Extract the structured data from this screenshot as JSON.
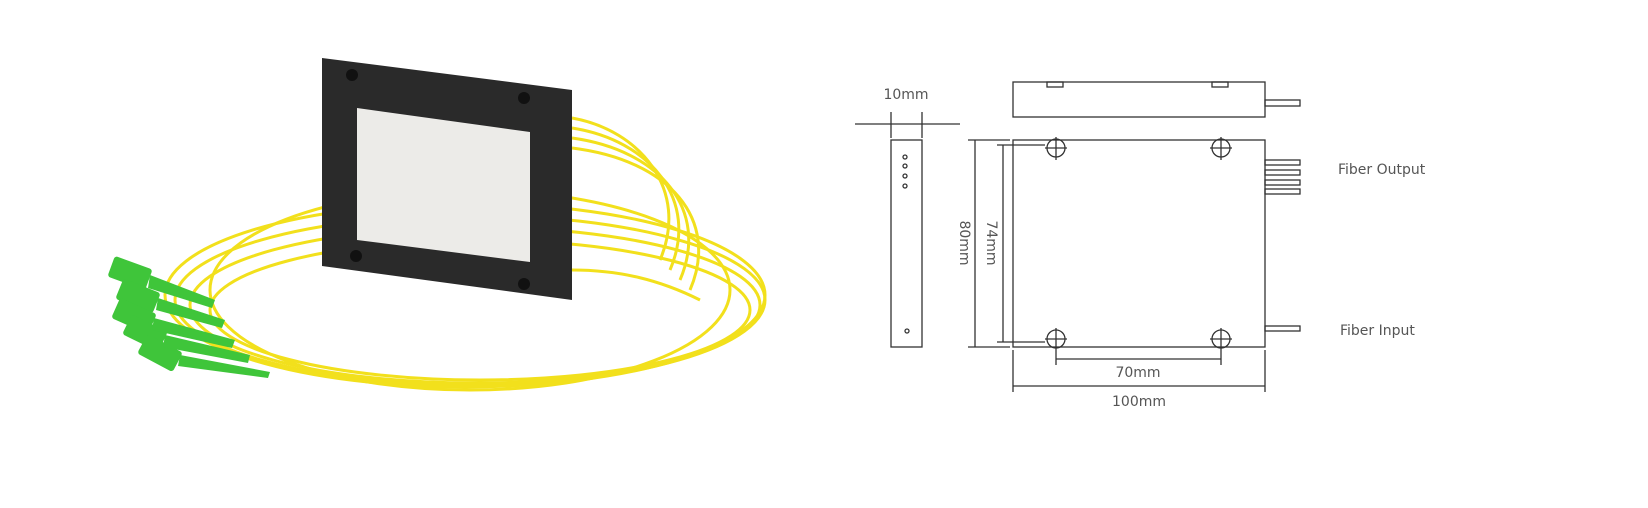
{
  "photo": {
    "subject": "plc-splitter-module"
  },
  "diagram": {
    "width_label": "10mm",
    "height_outer_label": "80mm",
    "height_inner_label": "74mm",
    "hole_spacing_label": "70mm",
    "length_label": "100mm",
    "fiber_output_label": "Fiber Output",
    "fiber_input_label": "Fiber Input"
  },
  "colors": {
    "fiber": "#f5e31a",
    "connector": "#3fc53a",
    "housing": "#262626"
  }
}
